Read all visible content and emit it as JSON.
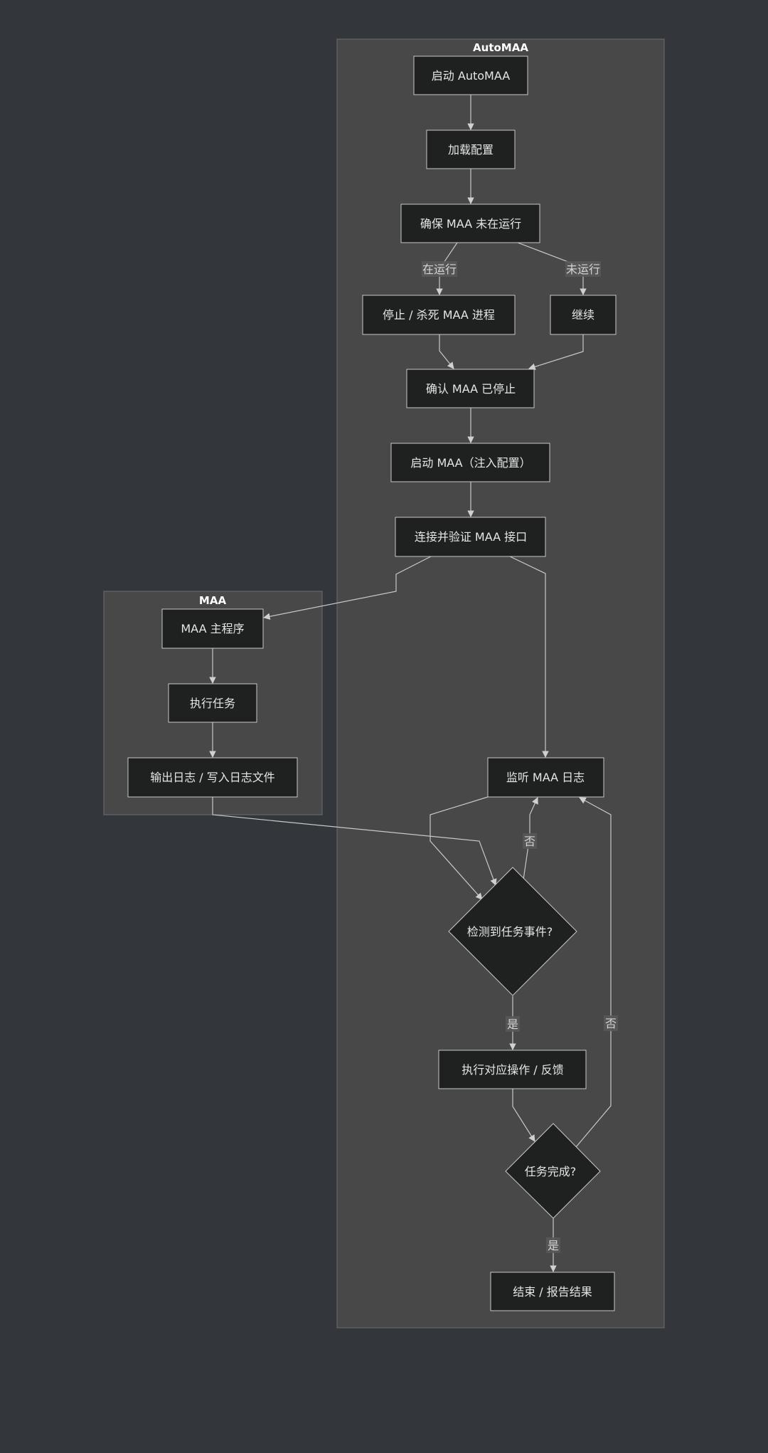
{
  "clusters": {
    "automaa": {
      "title": "AutoMAA"
    },
    "maa": {
      "title": "MAA"
    }
  },
  "nodes": {
    "start": "启动 AutoMAA",
    "load_config": "加载配置",
    "ensure_not_running": "确保 MAA 未在运行",
    "stop_kill": "停止 / 杀死 MAA 进程",
    "continue": "继续",
    "confirm_stopped": "确认 MAA 已停止",
    "launch_maa": "启动 MAA（注入配置）",
    "connect_verify": "连接并验证 MAA 接口",
    "maa_main": "MAA 主程序",
    "execute_task": "执行任务",
    "output_log": "输出日志 / 写入日志文件",
    "listen_log": "监听 MAA 日志",
    "detect_event": "检测到任务事件?",
    "do_action": "执行对应操作 / 反馈",
    "task_done": "任务完成?",
    "end": "结束 / 报告结果"
  },
  "edge_labels": {
    "running": "在运行",
    "not_running": "未运行",
    "no_1": "否",
    "yes_1": "是",
    "no_2": "否",
    "yes_2": "是"
  },
  "colors": {
    "background": "#33373b",
    "cluster_fill": "#484848",
    "node_fill": "#1f2020",
    "edge": "#c8c8c8"
  }
}
